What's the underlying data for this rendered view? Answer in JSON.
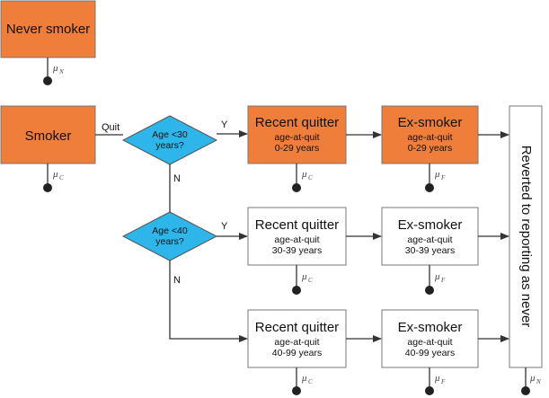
{
  "colors": {
    "state_orange": "#EE7E3A",
    "decision_blue": "#2EB6EA",
    "box_border": "#777777",
    "line": "#333333"
  },
  "states": {
    "never_smoker": "Never smoker",
    "smoker": "Smoker",
    "recent_quitter_1": {
      "title": "Recent quitter",
      "sub1": "age-at-quit",
      "sub2": "0-29 years"
    },
    "ex_smoker_1": {
      "title": "Ex-smoker",
      "sub1": "age-at-quit",
      "sub2": "0-29 years"
    },
    "recent_quitter_2": {
      "title": "Recent quitter",
      "sub1": "age-at-quit",
      "sub2": "30-39 years"
    },
    "ex_smoker_2": {
      "title": "Ex-smoker",
      "sub1": "age-at-quit",
      "sub2": "30-39 years"
    },
    "recent_quitter_3": {
      "title": "Recent quitter",
      "sub1": "age-at-quit",
      "sub2": "40-99 years"
    },
    "ex_smoker_3": {
      "title": "Ex-smoker",
      "sub1": "age-at-quit",
      "sub2": "40-99 years"
    },
    "reverted": "Reverted to reporting as never"
  },
  "decisions": {
    "age30": {
      "line1": "Age <30",
      "line2": "years?"
    },
    "age40": {
      "line1": "Age <40",
      "line2": "years?"
    }
  },
  "labels": {
    "quit": "Quit",
    "yes": "Y",
    "no": "N"
  },
  "mortality": {
    "symbol": "μ",
    "never": "N",
    "current": "C",
    "former": "F"
  }
}
